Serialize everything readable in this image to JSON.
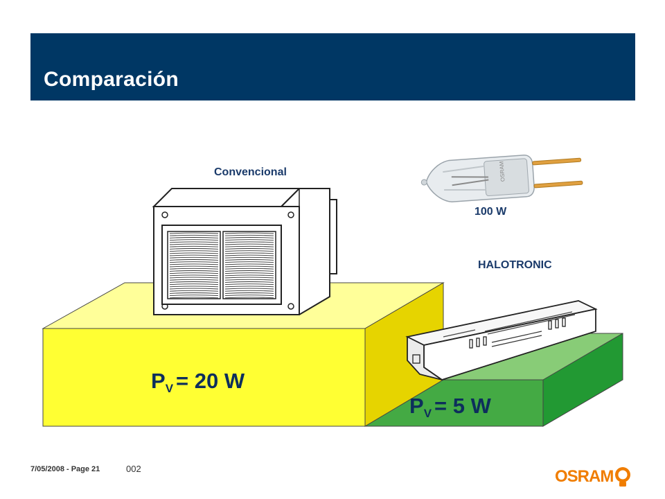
{
  "slide": {
    "title": "Comparación",
    "conventional_label": "Convencional",
    "lamp_power": "100 W",
    "electronic_label": "HALOTRONIC",
    "pv_conventional": {
      "symbol": "P",
      "sub": "V",
      "value": "= 20 W"
    },
    "pv_electronic": {
      "symbol": "P",
      "sub": "V",
      "value": "= 5 W"
    }
  },
  "footer": {
    "date_page": "7/05/2008 - Page 21",
    "code": "002",
    "brand": "OSRAM"
  },
  "colors": {
    "header": "#003764",
    "yellow_front": "#ffff33",
    "yellow_top": "#ffff99",
    "yellow_side": "#e6d400",
    "green_front": "#44aa44",
    "green_top": "#88cc77",
    "green_side": "#229933",
    "brand_orange": "#f07d00"
  }
}
